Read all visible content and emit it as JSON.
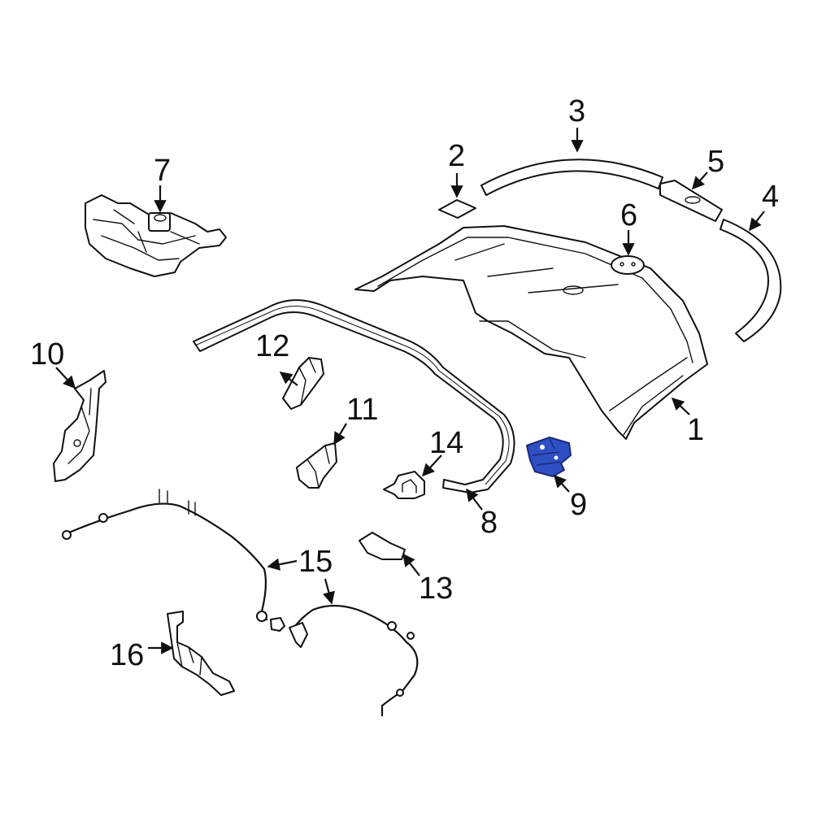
{
  "highlight_color": "#2f4fc4",
  "callouts": {
    "c1": "1",
    "c2": "2",
    "c3": "3",
    "c4": "4",
    "c5": "5",
    "c6": "6",
    "c7": "7",
    "c8": "8",
    "c9": "9",
    "c10": "10",
    "c11": "11",
    "c12": "12",
    "c13": "13",
    "c14": "14",
    "c15": "15",
    "c16": "16"
  }
}
